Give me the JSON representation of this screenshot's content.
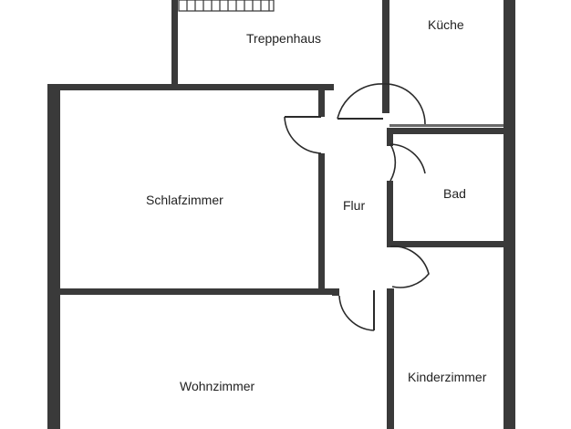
{
  "rooms": {
    "treppenhaus": "Treppenhaus",
    "kueche": "Küche",
    "schlafzimmer": "Schlafzimmer",
    "flur": "Flur",
    "bad": "Bad",
    "wohnzimmer": "Wohnzimmer",
    "kinderzimmer": "Kinderzimmer"
  },
  "colors": {
    "wall": "#3a3a3a",
    "background": "#ffffff"
  }
}
